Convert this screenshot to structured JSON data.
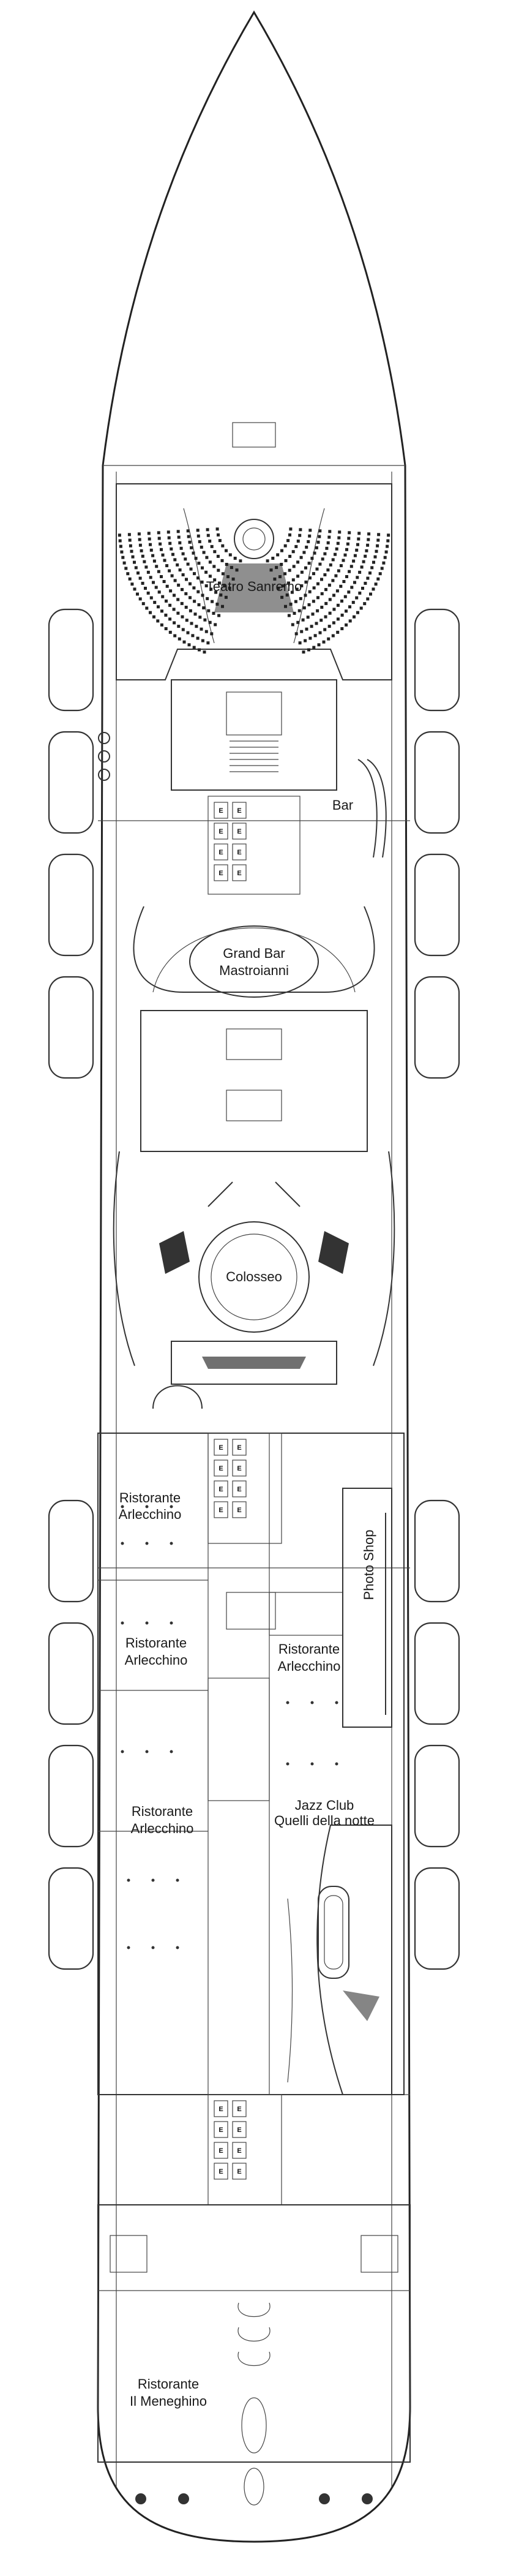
{
  "deck_plan": {
    "elevator_glyph": "E",
    "venues": {
      "teatro": "Teatro Sanremo",
      "bar": "Bar",
      "grand_bar_line1": "Grand Bar",
      "grand_bar_line2": "Mastroianni",
      "colosseo": "Colosseo",
      "ristorante_1_line1": "Ristorante",
      "ristorante_1_line2": "Arlecchino",
      "ristorante_2_line1": "Ristorante",
      "ristorante_2_line2": "Arlecchino",
      "ristorante_3_line1": "Ristorante",
      "ristorante_3_line2": "Arlecchino",
      "ristorante_4_line1": "Ristorante",
      "ristorante_4_line2": "Arlecchino",
      "photo_shop": "Photo Shop",
      "jazz_line1": "Jazz Club",
      "jazz_line2": "Quelli della notte",
      "meneghino_line1": "Ristorante",
      "meneghino_line2": "Il Meneghino"
    }
  }
}
